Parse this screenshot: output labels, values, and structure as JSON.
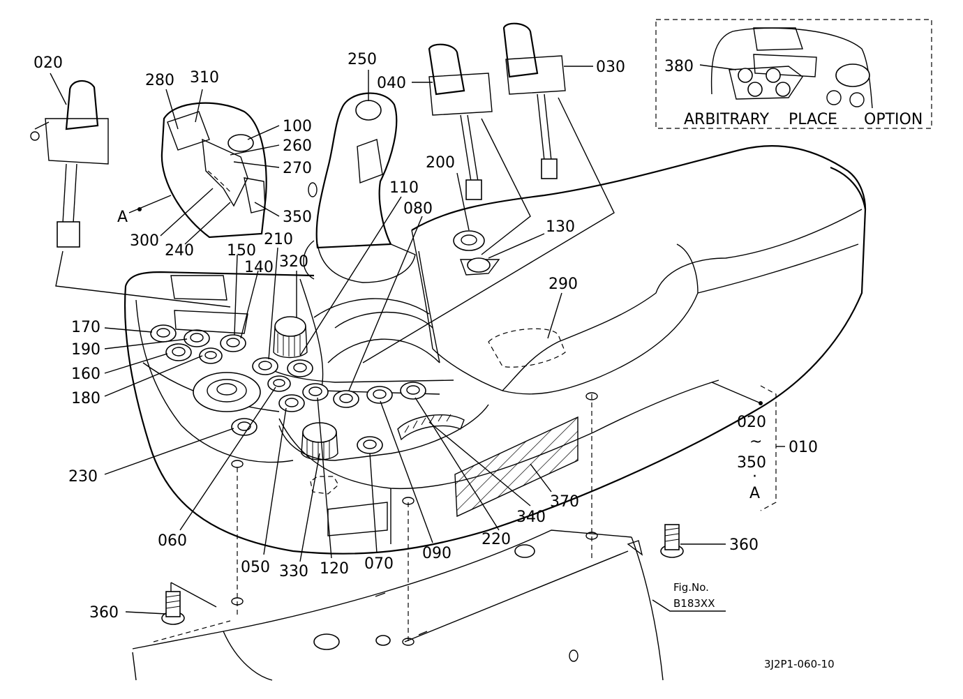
{
  "labels": {
    "p020": "020",
    "p280": "280",
    "p310": "310",
    "p100": "100",
    "p260": "260",
    "p270": "270",
    "pA": "A",
    "p300": "300",
    "p240": "240",
    "p350": "350",
    "p250": "250",
    "p040": "040",
    "p030": "030",
    "p200": "200",
    "p110": "110",
    "p080": "080",
    "p130": "130",
    "p210": "210",
    "p150": "150",
    "p140": "140",
    "p320": "320",
    "p290": "290",
    "p170": "170",
    "p190": "190",
    "p160": "160",
    "p180": "180",
    "p230": "230",
    "p060": "060",
    "p050": "050",
    "p330": "330",
    "p120": "120",
    "p070": "070",
    "p090": "090",
    "p220": "220",
    "p340": "340",
    "p370": "370",
    "p360a": "360",
    "p360b": "360",
    "p380": "380"
  },
  "bracket": {
    "top": "020",
    "tilde": "~",
    "bottom": "350",
    "dot": "·",
    "a": "A",
    "assembly": "010"
  },
  "inset": {
    "text_arbitrary": "ARBITRARY",
    "text_place": "PLACE",
    "text_option": "OPTION"
  },
  "fig": {
    "label": "Fig.No.",
    "number": "B183XX"
  },
  "drawing_code": "3J2P1-060-10"
}
